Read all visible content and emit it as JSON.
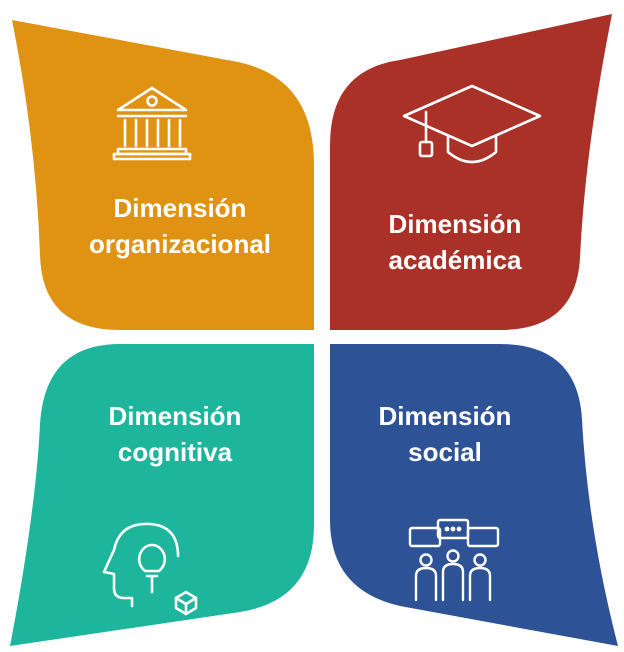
{
  "colors": {
    "organizational": "#E09212",
    "academic": "#A93127",
    "cognitive": "#1DB59C",
    "social": "#2E5296",
    "text": "#FFFFFF"
  },
  "quadrants": {
    "organizational": {
      "line1": "Dimensión",
      "line2": "organizacional",
      "icon": "museum-building-icon"
    },
    "academic": {
      "line1": "Dimensión",
      "line2": "académica",
      "icon": "graduation-cap-icon"
    },
    "cognitive": {
      "line1": "Dimensión",
      "line2": "cognitiva",
      "icon": "head-lightbulb-icon"
    },
    "social": {
      "line1": "Dimensión",
      "line2": "social",
      "icon": "group-discussion-icon"
    }
  }
}
